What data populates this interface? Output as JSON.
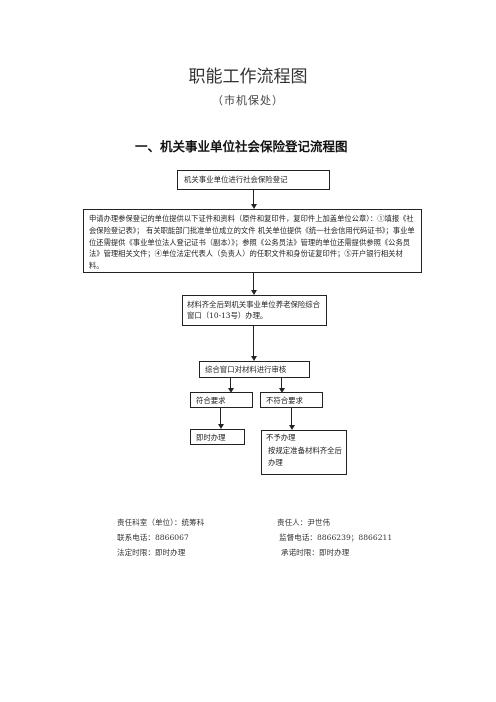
{
  "header": {
    "title": "职能工作流程图",
    "subtitle": "（市机保处）",
    "section_title": "一、机关事业单位社会保险登记流程图"
  },
  "flow": {
    "step1": "机关事业单位进行社会保险登记",
    "step2": "申请办理参保登记的单位提供以下证件和资料（原件和复印件，复印件上加盖单位公章）：①填报《社会保险登记表》；  有关职能部门批准单位成立的文件  机关单位提供《统一社会信用代码证书》；事业单位还需提供《事业单位法人登记证书（副本）》；参照《公务员法》管理的单位还需提供参照《公务员法》管理相关文件；④单位法定代表人（负责人）的任职文件和身份证复印件；⑤开户银行相关材料。",
    "step3": "材料齐全后到机关事业单位养老保险综合窗口（10-13号）办理。",
    "step4": "综合窗口对材料进行审核",
    "branch_ok": "符合要求",
    "branch_fail": "不符合要求",
    "result_ok": "即时办理",
    "result_fail": "不予办理",
    "result_fail_note": "按规定准备材料齐全后办理"
  },
  "footer": {
    "dept": "责任科室（单位）：统筹科",
    "person": "责任人：尹世伟",
    "phone": "联系电话：8866067",
    "supervise_phone": "监督电话：8866239；8866211",
    "legal_time": "法定时限：即时办理",
    "promise_time": "承诺时限：即时办理"
  }
}
